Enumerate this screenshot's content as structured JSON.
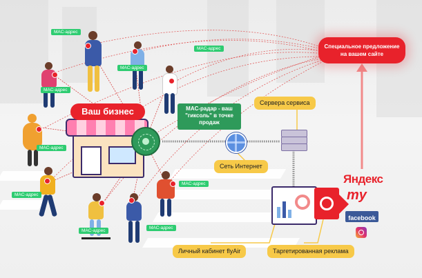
{
  "diagram": {
    "business_label": "Ваш  бизнес",
    "radar_caption": "MAC-радар - ваш \"гиксоль\" в точке продаж",
    "mac_tags": [
      "MAC-адрес",
      "MAC-адрес",
      "MAC-адрес",
      "MAC-адрес",
      "MAC-адрес",
      "MAC-адрес",
      "MAC-адрес",
      "MAC-адрес",
      "MAC-адрес"
    ],
    "servers_label": "Сервера сервиса",
    "internet_label": "Сеть Интернет",
    "cabinet_label": "Личный кабинет flyAir",
    "targeted_ads_label": "Таргетированная реклама",
    "offer_text": "Специальное предложение на вашем сайте",
    "logos": [
      "Яндекс",
      "my",
      "facebook"
    ],
    "colors": {
      "accent_red": "#e8222b",
      "mac_green": "#2ecc71",
      "label_yellow": "#f7c948",
      "facebook_blue": "#3b5998"
    },
    "icons": [
      "globe-icon",
      "server-icon",
      "instagram-icon",
      "arrow-right-icon"
    ]
  }
}
